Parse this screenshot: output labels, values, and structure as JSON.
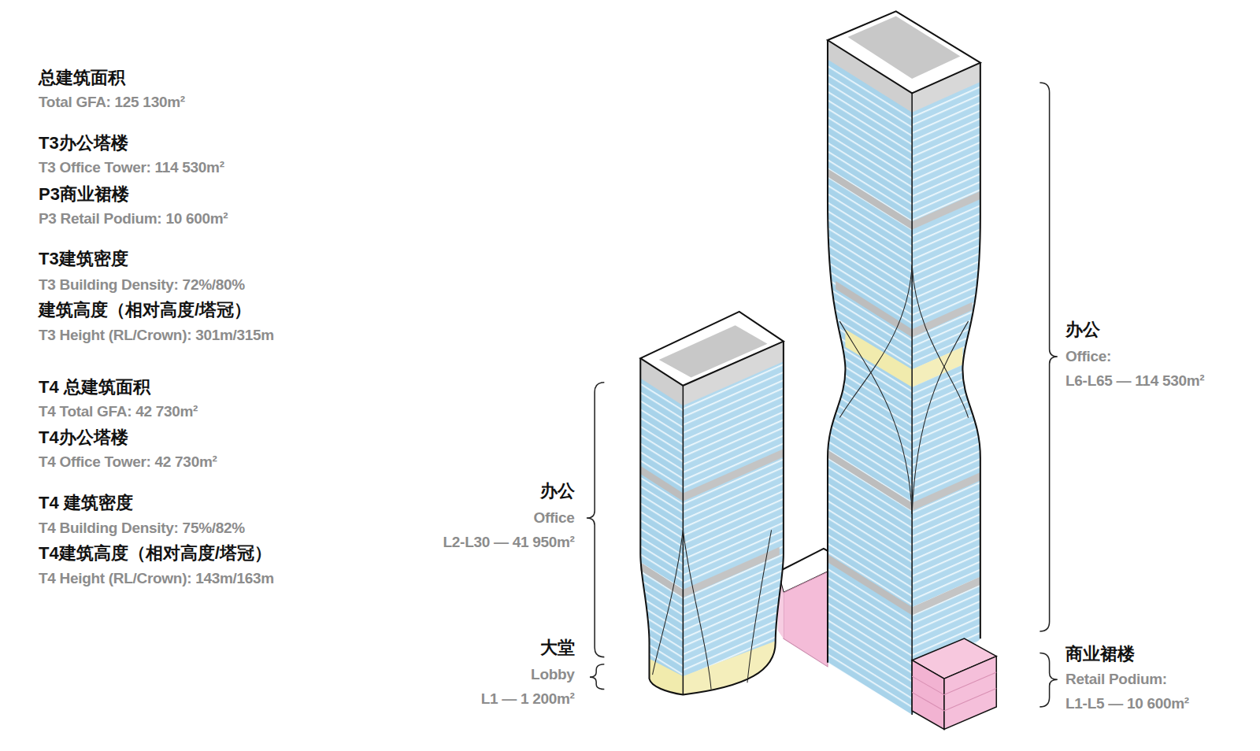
{
  "diagram": {
    "labels": [
      "总建筑面积",
      "Total GFA: 125 130m²",
      "T3办公塔楼",
      "T3 Office Tower: 114 530m²",
      "P3商业裙楼",
      "P3 Retail Podium: 10 600m²",
      "T3建筑密度",
      "T3 Building Density: 72%/80%",
      "建筑高度（相对高度/塔冠）",
      "T3 Height (RL/Crown): 301m/315m",
      "T4 总建筑面积",
      "T4 Total GFA: 42 730m²",
      "T4办公塔楼",
      "T4 Office Tower: 42 730m²",
      "T4 建筑密度",
      "T4 Building Density: 75%/82%",
      "T4建筑高度（相对高度/塔冠）",
      "T4 Height (RL/Crown): 143m/163m",
      "办公",
      "Office",
      "L2-L30 — 41 950m²",
      "大堂",
      "Lobby",
      "L1 — 1 200m²",
      "办公",
      "Office:",
      "L6-L65 — 114 530m²",
      "商业裙楼",
      "Retail Podium:",
      "L1-L5 — 10 600m²"
    ]
  }
}
